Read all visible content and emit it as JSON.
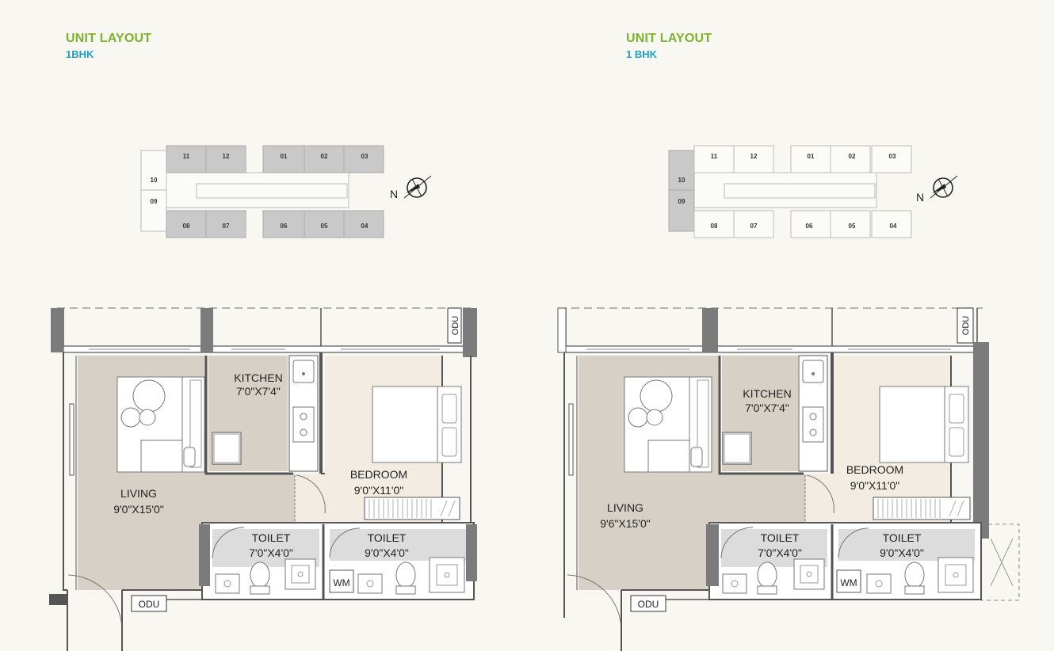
{
  "panels": [
    {
      "heading": "UNIT LAYOUT",
      "subheading": "1BHK",
      "key_plan": {
        "units_top": [
          "11",
          "12",
          "01",
          "02",
          "03"
        ],
        "units_bottom": [
          "08",
          "07",
          "06",
          "05",
          "04"
        ],
        "units_left": [
          "10",
          "09"
        ],
        "north": "N"
      },
      "rooms": {
        "kitchen": {
          "name": "KITCHEN",
          "size": "7'0\"X7'4\""
        },
        "bedroom": {
          "name": "BEDROOM",
          "size": "9'0\"X11'0\""
        },
        "living": {
          "name": "LIVING",
          "size": "9'0\"X15'0\""
        },
        "toilet1": {
          "name": "TOILET",
          "size": "7'0\"X4'0\""
        },
        "toilet2": {
          "name": "TOILET",
          "size": "9'0\"X4'0\""
        }
      },
      "tags": {
        "odu_top": "ODU",
        "odu_bottom": "ODU",
        "wm": "WM"
      }
    },
    {
      "heading": "UNIT LAYOUT",
      "subheading": "1 BHK",
      "key_plan": {
        "units_top": [
          "11",
          "12",
          "01",
          "02",
          "03"
        ],
        "units_bottom": [
          "08",
          "07",
          "06",
          "05",
          "04"
        ],
        "units_left": [
          "10",
          "09"
        ],
        "north": "N"
      },
      "rooms": {
        "kitchen": {
          "name": "KITCHEN",
          "size": "7'0\"X7'4\""
        },
        "bedroom": {
          "name": "BEDROOM",
          "size": "9'0\"X11'0\""
        },
        "living": {
          "name": "LIVING",
          "size": "9'6\"X15'0\""
        },
        "toilet1": {
          "name": "TOILET",
          "size": "7'0\"X4'0\""
        },
        "toilet2": {
          "name": "TOILET",
          "size": "9'0\"X4'0\""
        }
      },
      "tags": {
        "odu_top": "ODU",
        "odu_bottom": "ODU",
        "wm": "WM"
      }
    }
  ]
}
